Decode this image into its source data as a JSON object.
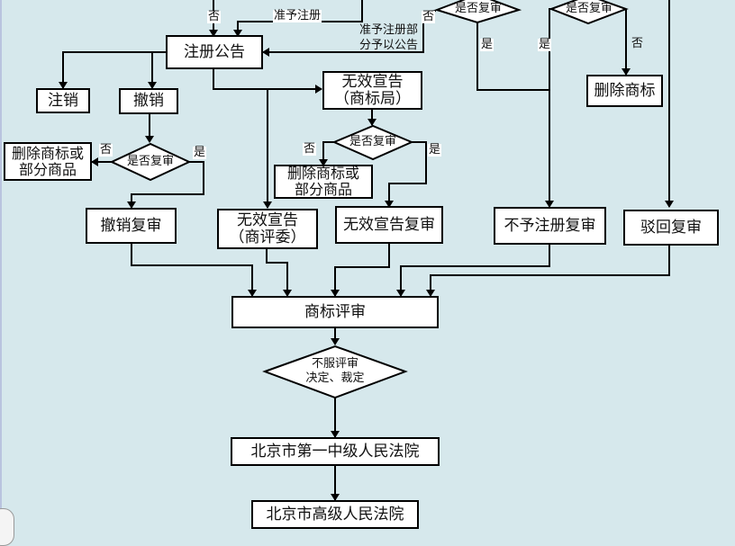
{
  "diagram": {
    "nodes": {
      "register_announce": "注册公告",
      "cancel": "注销",
      "revoke": "撤销",
      "revoke_decision": "是否复审",
      "delete_partial_left": "删除商标或\n部分商品",
      "revoke_review": "撤销复审",
      "invalid_office": "无效宣告\n（商标局）",
      "invalid_office_decision": "是否复审",
      "delete_partial_mid": "删除商标或\n部分商品",
      "invalid_board": "无效宣告\n（商评委）",
      "invalid_review": "无效宣告复审",
      "top_decision_1": "是否复审",
      "top_decision_2": "是否复审",
      "delete_trademark": "删除商标",
      "refusal_review": "不予注册复审",
      "rejection_review": "驳回复审",
      "trademark_review": "商标评审",
      "dissatisfied_decision": "不服评审\n决定、裁定",
      "beijing_first_court": "北京市第一中级人民法院",
      "beijing_high_court": "北京市高级人民法院"
    },
    "edge_labels": {
      "no_top_left": "否",
      "approve_register": "准予注册",
      "approve_partial": "准予注册部\n分予以公告",
      "no_top_mid": "否",
      "yes_top_1": "是",
      "yes_top_2": "是",
      "no_top_right": "否",
      "no_revoke": "否",
      "yes_revoke": "是",
      "no_invalid": "否",
      "yes_invalid": "是"
    },
    "colors": {
      "background": "#d6e8ec",
      "box_fill": "#ffffff",
      "stroke": "#000000"
    }
  }
}
